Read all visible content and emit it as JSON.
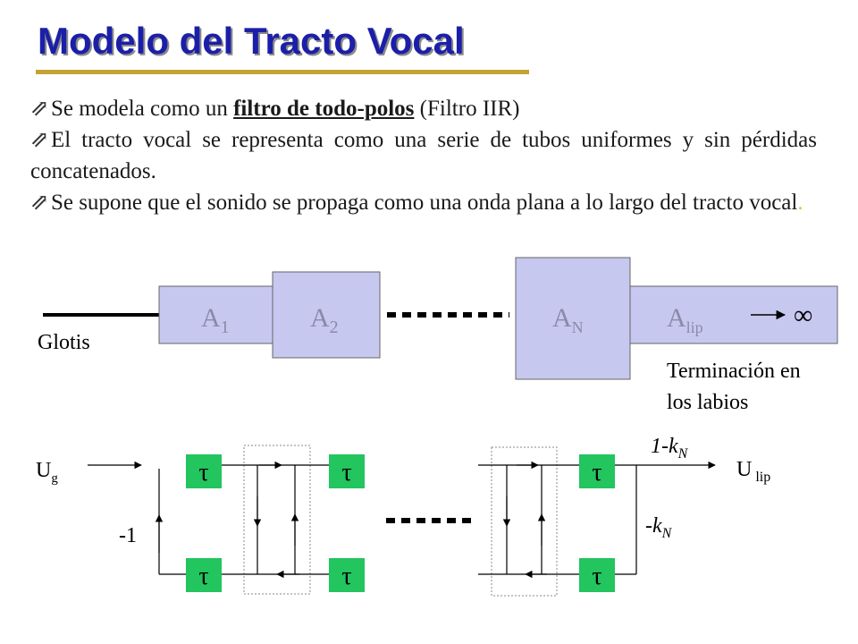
{
  "title": "Modelo del Tracto Vocal",
  "bullets": {
    "b1_pre": "Se modela como un ",
    "b1_emph": "filtro de todo-polos",
    "b1_post": " (Filtro IIR)",
    "b2": "El tracto vocal se representa como una serie de tubos uniformes y sin pérdidas concatenados.",
    "b3_main": "Se supone que el sonido se propaga como una onda plana a lo largo del tracto vocal",
    "b3_end": "."
  },
  "tubes": {
    "glotis": "Glotis",
    "a1": "A",
    "a1_sub": "1",
    "a2": "A",
    "a2_sub": "2",
    "an": "A",
    "an_sub": "N",
    "alip": "A",
    "alip_sub": "lip",
    "infinity": "∞",
    "termination_line1": "Terminación en",
    "termination_line2": "los labios"
  },
  "lattice": {
    "input": "U",
    "input_sub": "g",
    "output": "U",
    "output_sub": "lip",
    "delay": "τ",
    "minus_one": "-1",
    "gain_top": "1-k",
    "gain_top_sub": "N",
    "gain_side": "-k",
    "gain_side_sub": "N"
  },
  "colors": {
    "title": "#1b1fa8",
    "rule": "#c4a234",
    "tube_fill": "#c7c8f0",
    "box_fill": "#22c55e"
  }
}
